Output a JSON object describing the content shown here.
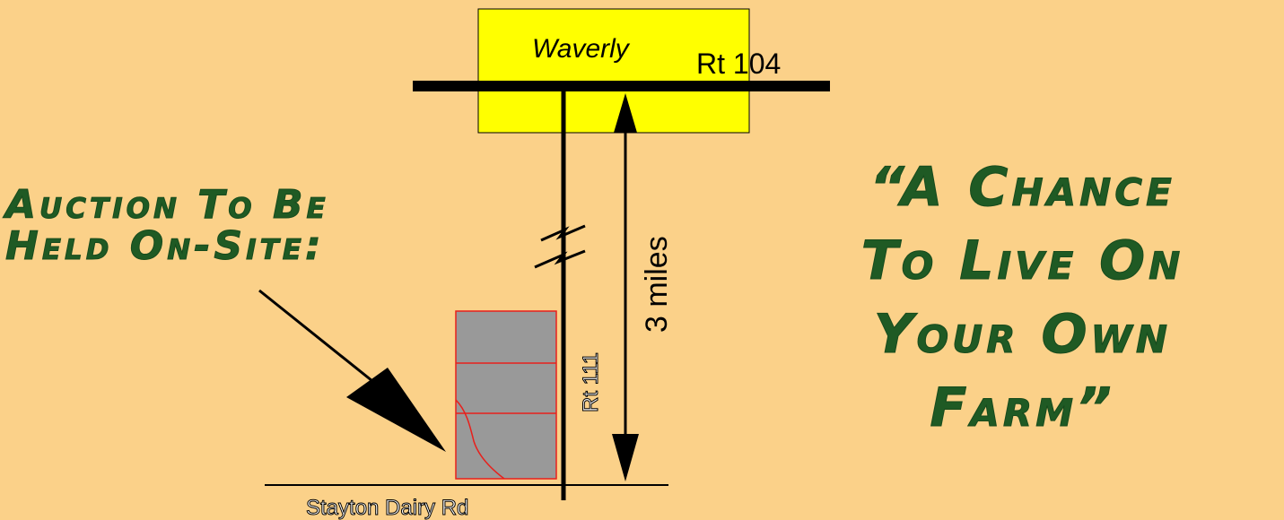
{
  "colors": {
    "background": "#fbd189",
    "town_box": "#ffff00",
    "parcel": "#999999",
    "parcel_lines": "#e8201c",
    "headline": "#1f5a24",
    "road": "#000000"
  },
  "map": {
    "town_name": "Waverly",
    "route_top": "Rt 104",
    "route_vertical": "Rt 111",
    "distance": "3 miles",
    "bottom_road": "Stayton Dairy Rd"
  },
  "auction_caption": {
    "line1": "Auction To Be",
    "line2": "Held On-Site:"
  },
  "slogan": {
    "line1": "“A Chance",
    "line2": "To Live On",
    "line3": "Your Own",
    "line4": "Farm”"
  }
}
